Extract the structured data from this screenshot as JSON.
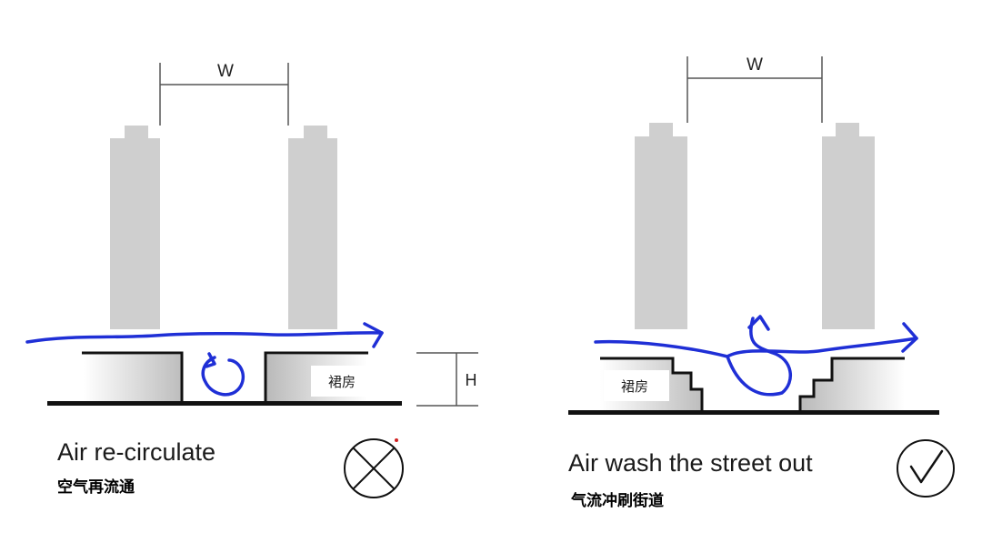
{
  "left_panel": {
    "width_label": "W",
    "height_label": "H",
    "podium_label": "裙房",
    "caption_en": "Air re-circulate",
    "caption_zh": "空气再流通",
    "status_icon": "cross-circle-icon"
  },
  "right_panel": {
    "width_label": "W",
    "podium_label": "裙房",
    "caption_en": "Air wash the street out",
    "caption_zh": "气流冲刷街道",
    "status_icon": "check-circle-icon"
  },
  "colors": {
    "tower": "#cfcfcf",
    "airflow": "#1f2fd6",
    "ground": "#111111",
    "dimension_line": "#555555"
  }
}
